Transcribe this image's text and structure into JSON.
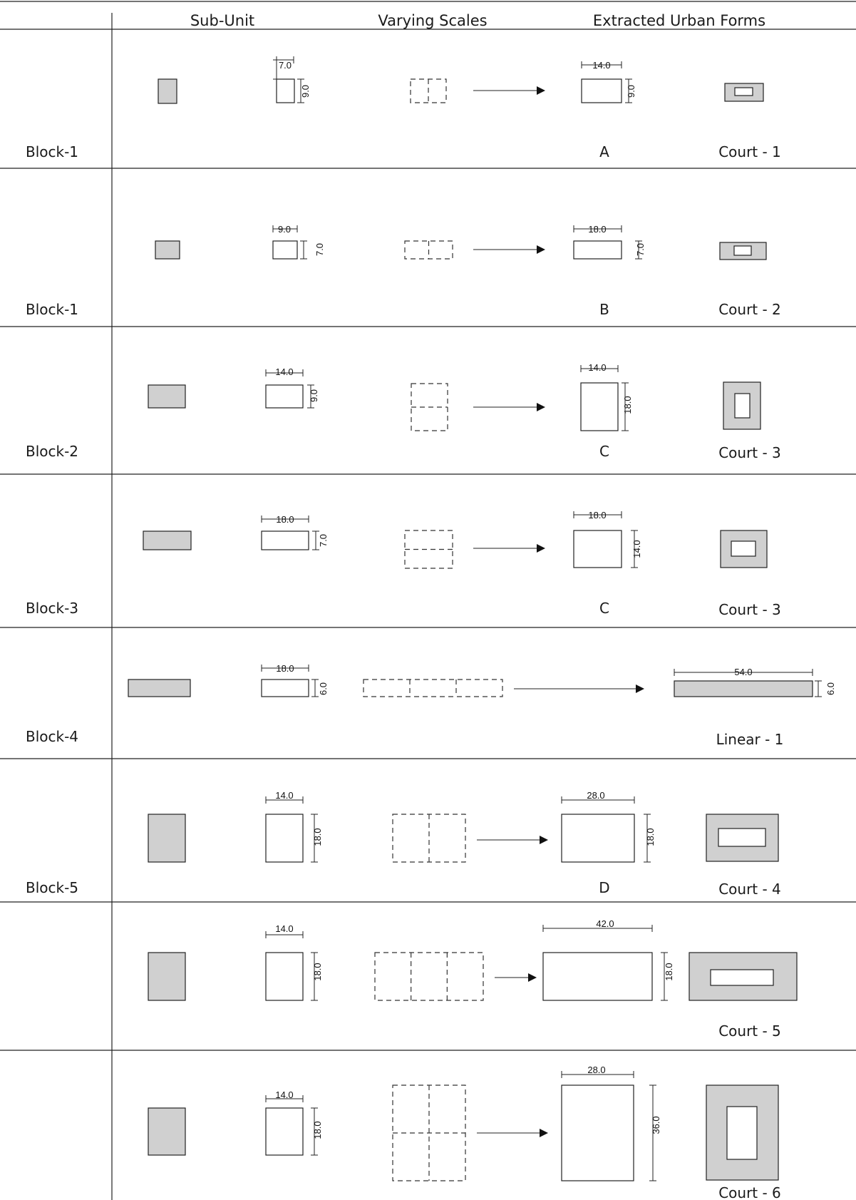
{
  "header": {
    "col1": "Sub-Unit",
    "col2": "Varying Scales",
    "col3": "Extracted Urban  Forms"
  },
  "fill_color": "#d0d0d0",
  "rows": [
    {
      "block": "Block-1",
      "sub_unit": {
        "w": "7.0",
        "h": "9.0"
      },
      "scales_grid": "2 x 1",
      "result": {
        "w": "14.0",
        "h": "9.0",
        "letter": "A"
      },
      "form": "Court - 1"
    },
    {
      "block": "Block-1",
      "sub_unit": {
        "w": "9.0",
        "h": "7.0"
      },
      "scales_grid": "2 x 1",
      "result": {
        "w": "18.0",
        "h": "7.0",
        "letter": "B"
      },
      "form": "Court - 2"
    },
    {
      "block": "Block-2",
      "sub_unit": {
        "w": "14.0",
        "h": "9.0"
      },
      "scales_grid": "1 x 2",
      "result": {
        "w": "14.0",
        "h": "18.0",
        "letter": "C"
      },
      "form": "Court - 3"
    },
    {
      "block": "Block-3",
      "sub_unit": {
        "w": "18.0",
        "h": "7.0"
      },
      "scales_grid": "1 x 2",
      "result": {
        "w": "18.0",
        "h": "14.0",
        "letter": "C"
      },
      "form": "Court - 3"
    },
    {
      "block": "Block-4",
      "sub_unit": {
        "w": "18.0",
        "h": "6.0"
      },
      "scales_grid": "3 x 1",
      "result": {
        "w": "54.0",
        "h": "6.0",
        "letter": ""
      },
      "form": "Linear - 1"
    },
    {
      "block": "Block-5",
      "sub_unit": {
        "w": "14.0",
        "h": "18.0"
      },
      "scales_grid": "2 x 1",
      "result": {
        "w": "28.0",
        "h": "18.0",
        "letter": "D"
      },
      "form": "Court - 4"
    },
    {
      "block": "",
      "sub_unit": {
        "w": "14.0",
        "h": "18.0"
      },
      "scales_grid": "3 x 1",
      "result": {
        "w": "42.0",
        "h": "18.0",
        "letter": ""
      },
      "form": "Court - 5"
    },
    {
      "block": "",
      "sub_unit": {
        "w": "14.0",
        "h": "18.0"
      },
      "scales_grid": "2 x 2",
      "result": {
        "w": "28.0",
        "h": "36.0",
        "letter": ""
      },
      "form": "Court - 6"
    }
  ]
}
